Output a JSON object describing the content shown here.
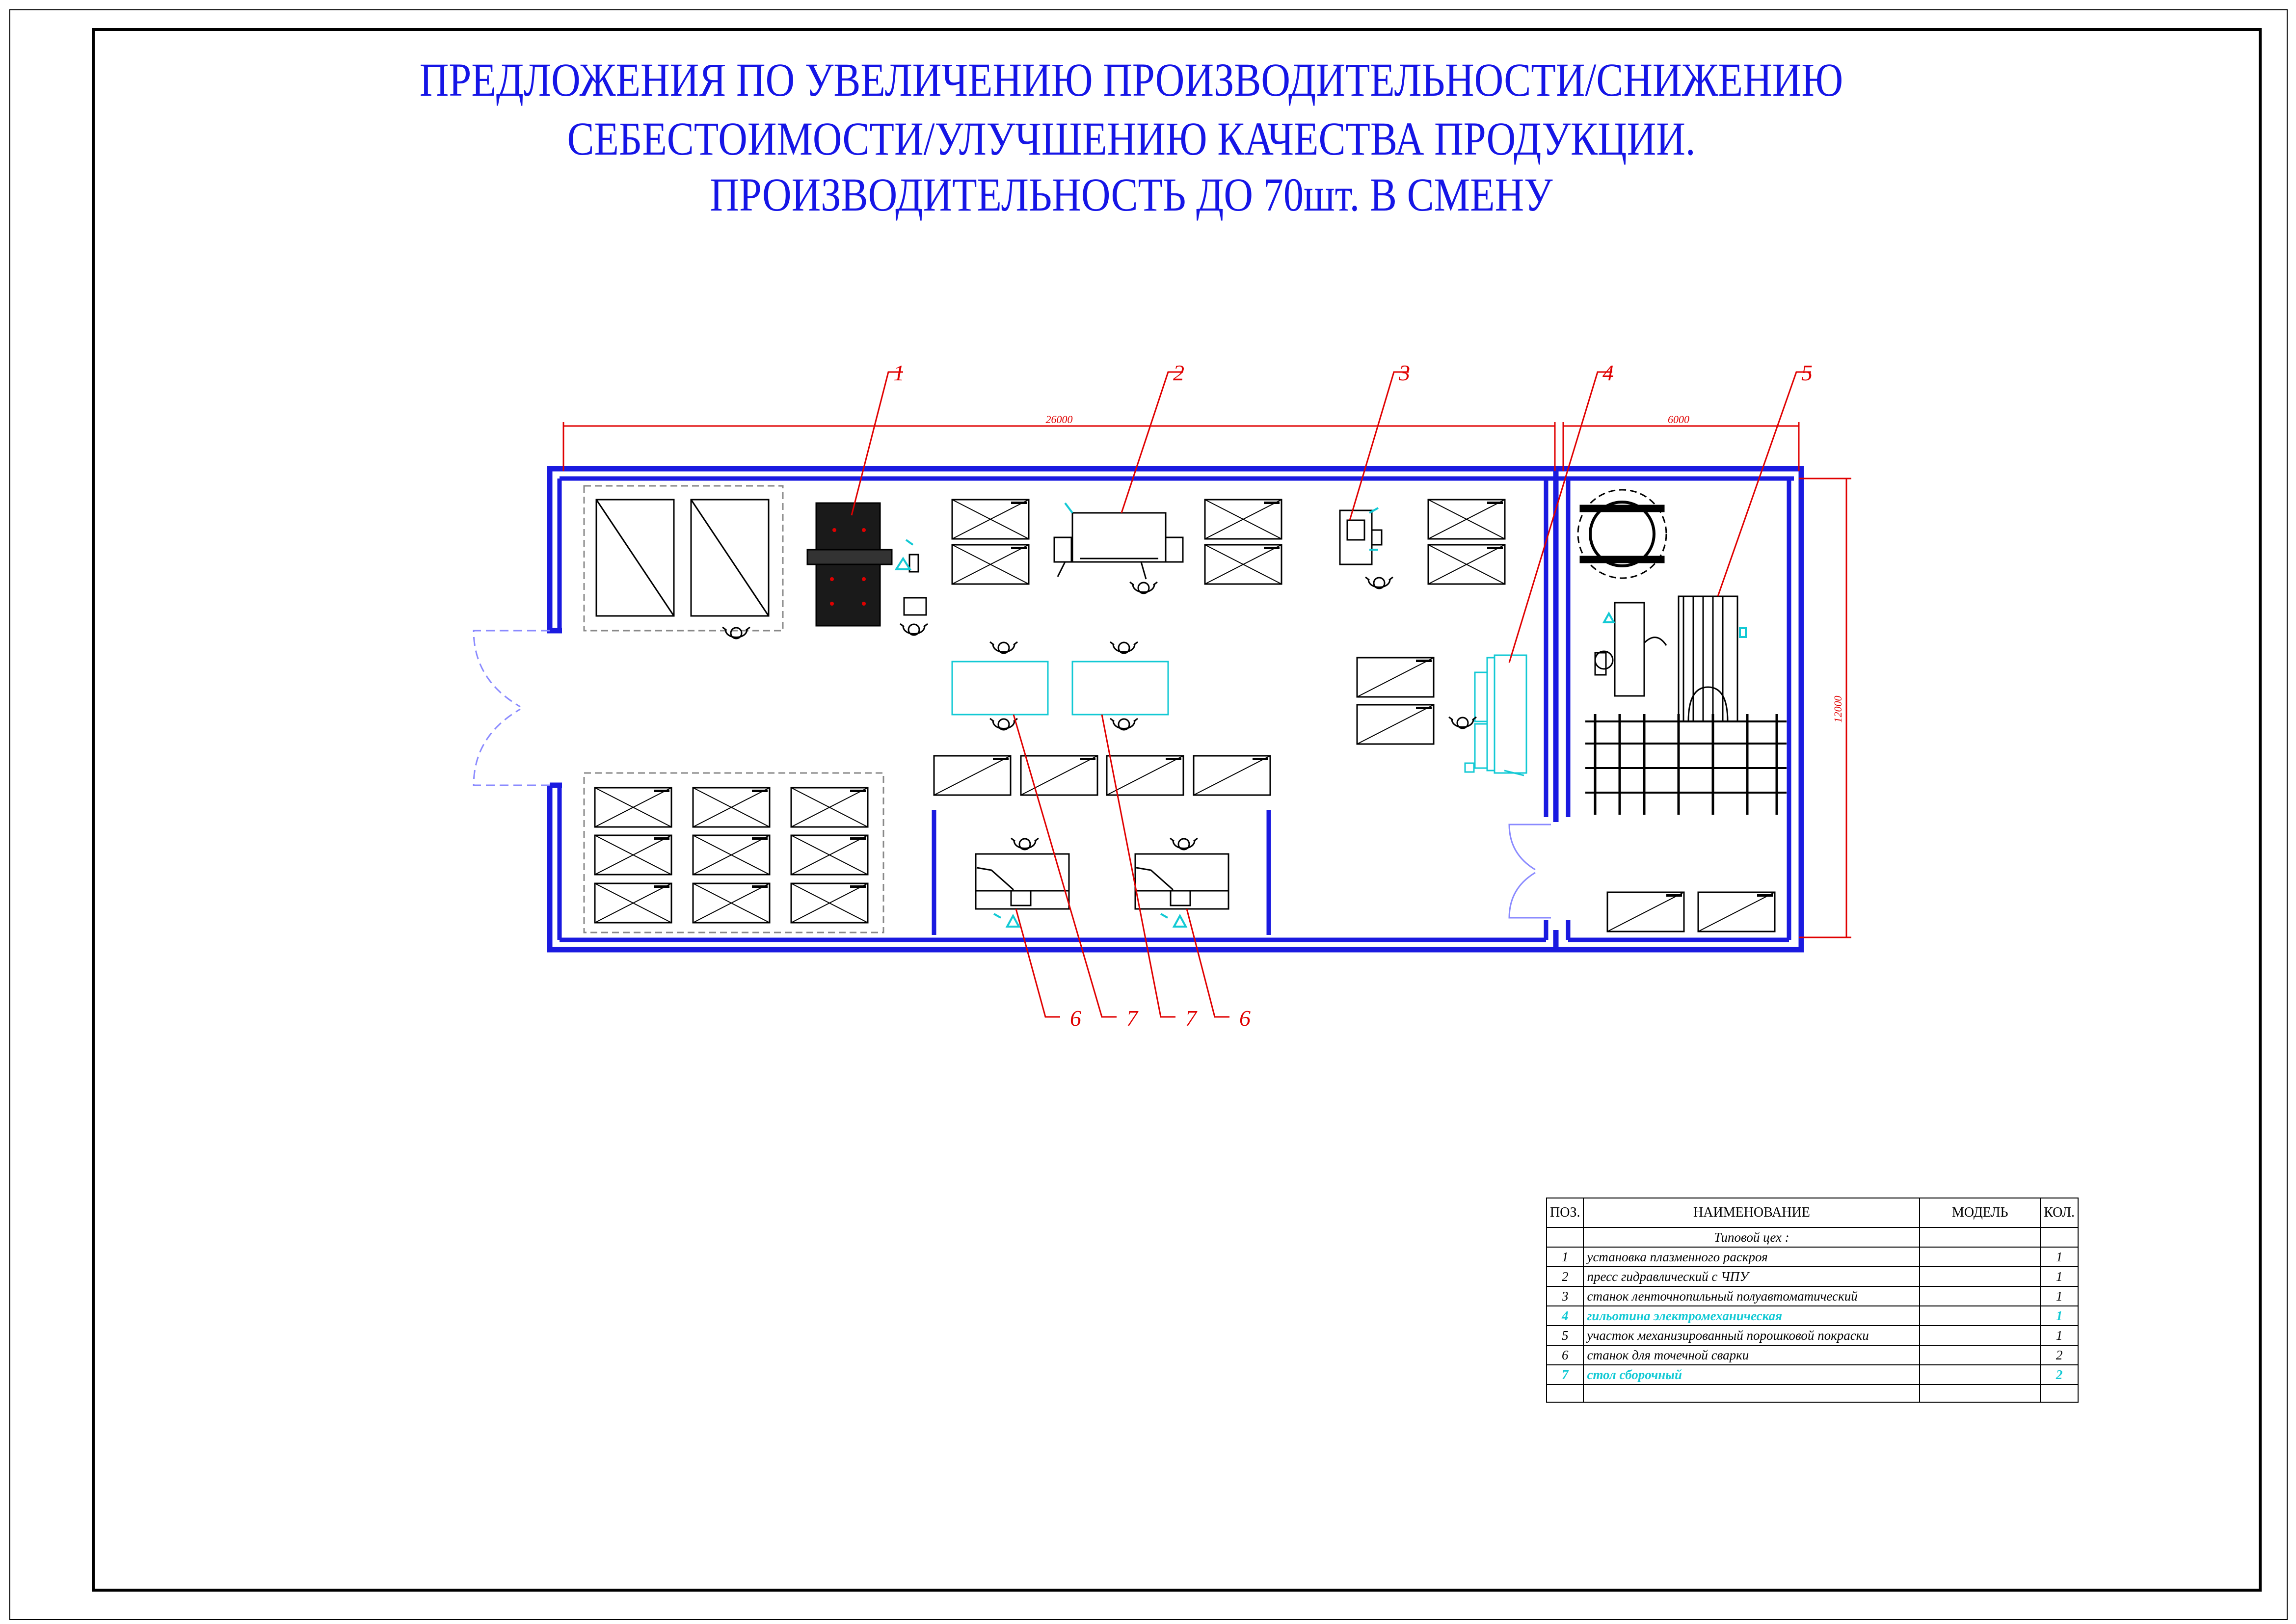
{
  "title": {
    "line1": "ПРЕДЛОЖЕНИЯ ПО УВЕЛИЧЕНИЮ ПРОИЗВОДИТЕЛЬНОСТИ/СНИЖЕНИЮ",
    "line2": "СЕБЕСТОИМОСТИ/УЛУЧШЕНИЮ КАЧЕСТВА ПРОДУКЦИИ.",
    "line3": "ПРОИЗВОДИТЕЛЬНОСТЬ ДО 70шт. В СМЕНУ"
  },
  "dimensions": {
    "main_length": "26000",
    "annex_length": "6000",
    "height": "12000"
  },
  "callouts": {
    "c1": "1",
    "c2": "2",
    "c3": "3",
    "c4": "4",
    "c5": "5",
    "b6a": "6",
    "b7a": "7",
    "b7b": "7",
    "b6b": "6"
  },
  "spec_table": {
    "headers": {
      "pos": "ПОЗ.",
      "name": "НАИМЕНОВАНИЕ",
      "model": "МОДЕЛЬ",
      "qty": "КОЛ."
    },
    "section_title": "Типовой цех :",
    "rows": [
      {
        "pos": "1",
        "name": "установка плазменного раскроя",
        "model": "",
        "qty": "1"
      },
      {
        "pos": "2",
        "name": "пресс гидравлический с ЧПУ",
        "model": "",
        "qty": "1"
      },
      {
        "pos": "3",
        "name": "станок ленточнопильный полуавтоматический",
        "model": "",
        "qty": "1"
      },
      {
        "pos": "4",
        "name": "гильотина электромеханическая",
        "model": "",
        "qty": "1"
      },
      {
        "pos": "5",
        "name": "участок механизированный порошковой покраски",
        "model": "",
        "qty": "1"
      },
      {
        "pos": "6",
        "name": "станок для точечной сварки",
        "model": "",
        "qty": "2"
      },
      {
        "pos": "7",
        "name": "стол сборочный",
        "model": "",
        "qty": "2"
      }
    ]
  },
  "colors": {
    "title": "#1515e6",
    "walls": "#1a1ae0",
    "dimension": "#e00000",
    "equipment_highlight": "#12c9d4",
    "door_swing": "#8a8aff",
    "frame": "#000000"
  }
}
